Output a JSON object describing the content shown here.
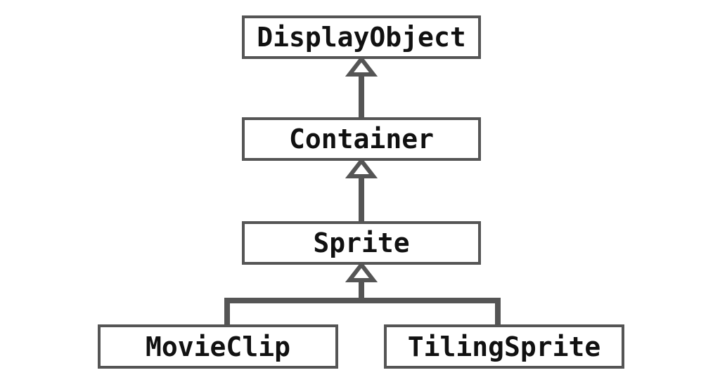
{
  "diagram": {
    "type": "uml-class-hierarchy",
    "relationship": "generalization",
    "arrowhead": "hollow-triangle",
    "colors": {
      "background": "#ffffff",
      "border": "#555555",
      "connector": "#555555",
      "text": "#111111",
      "box_fill": "#ffffff"
    },
    "nodes": [
      {
        "id": "displayobject",
        "label": "DisplayObject"
      },
      {
        "id": "container",
        "label": "Container"
      },
      {
        "id": "sprite",
        "label": "Sprite"
      },
      {
        "id": "movieclip",
        "label": "MovieClip"
      },
      {
        "id": "tilingsprite",
        "label": "TilingSprite"
      }
    ],
    "edges": [
      {
        "from": "container",
        "to": "displayobject"
      },
      {
        "from": "sprite",
        "to": "container"
      },
      {
        "from": "movieclip",
        "to": "sprite"
      },
      {
        "from": "tilingsprite",
        "to": "sprite"
      }
    ]
  }
}
